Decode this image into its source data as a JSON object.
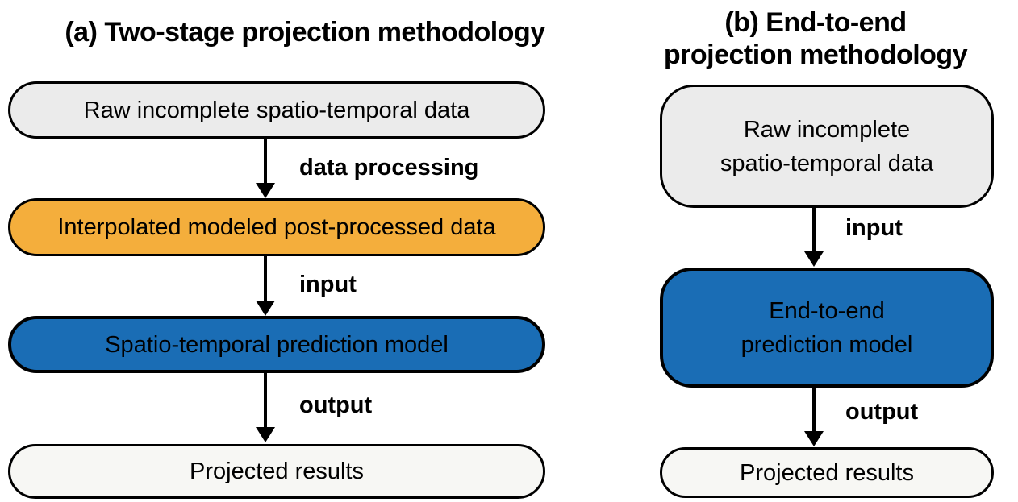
{
  "panel_a": {
    "title": "(a) Two-stage projection methodology",
    "boxes": [
      {
        "label": "Raw incomplete spatio-temporal data"
      },
      {
        "label": "Interpolated modeled post-processed data"
      },
      {
        "label": "Spatio-temporal prediction model"
      },
      {
        "label": "Projected results"
      }
    ],
    "arrow_labels": [
      "data processing",
      "input",
      "output"
    ]
  },
  "panel_b": {
    "title": "(b) End-to-end\nprojection methodology",
    "boxes": [
      {
        "label": "Raw incomplete\nspatio-temporal data"
      },
      {
        "label": "End-to-end\nprediction model"
      },
      {
        "label": "Projected results"
      }
    ],
    "arrow_labels": [
      "input",
      "output"
    ]
  },
  "colors": {
    "raw_fill": "#EBEBEB",
    "processed_fill": "#F4AE3C",
    "model_fill": "#1A6DB5",
    "results_fill": "#F7F7F4",
    "border": "#000000"
  }
}
